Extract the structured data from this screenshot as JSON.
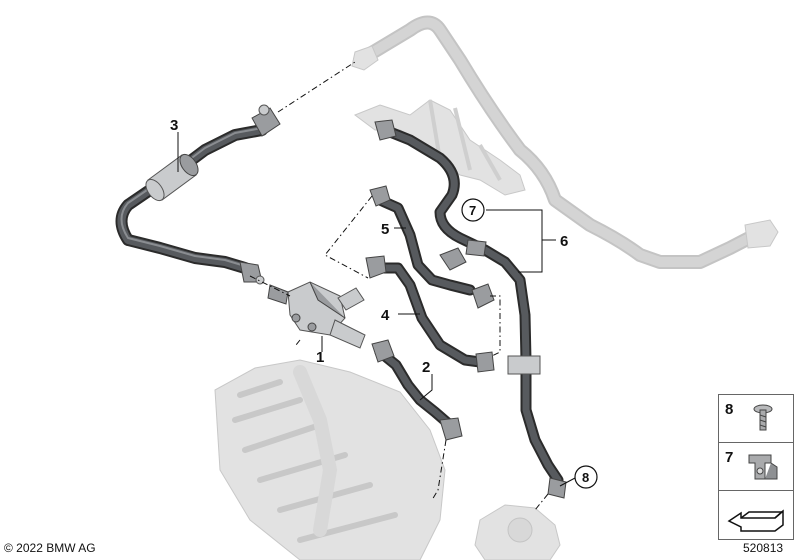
{
  "callouts": {
    "c1": "1",
    "c2": "2",
    "c3": "3",
    "c4": "4",
    "c5": "5",
    "c6": "6",
    "c7": "7",
    "c8": "8"
  },
  "legend": {
    "item8": "8",
    "item7": "7"
  },
  "footer": {
    "copyright": "© 2022 BMW AG",
    "diagram_number": "520813"
  }
}
